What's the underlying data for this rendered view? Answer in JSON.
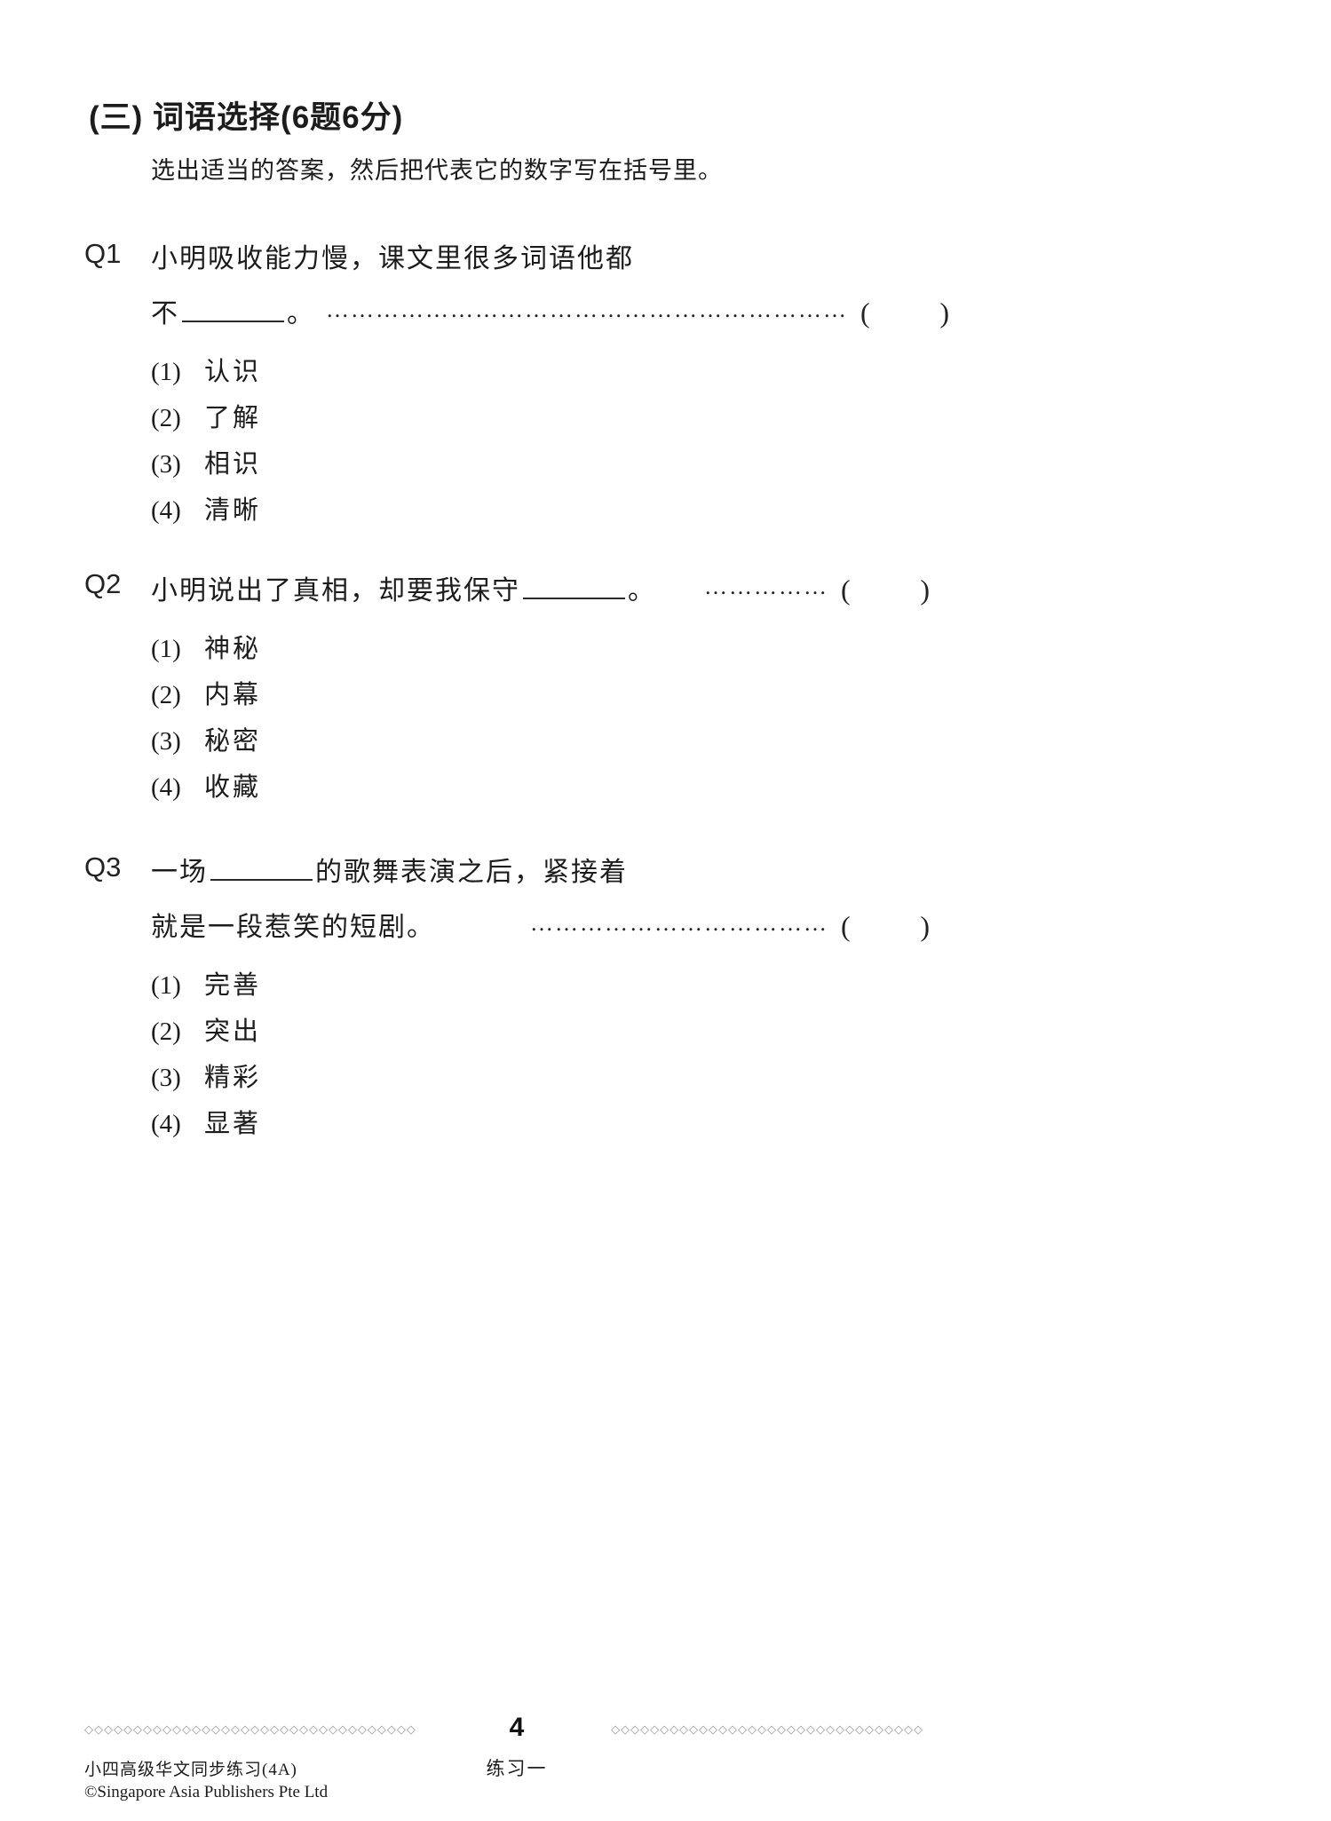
{
  "document": {
    "section_title": "(三) 词语选择(6题6分)",
    "instruction": "选出适当的答案，然后把代表它的数字写在括号里。",
    "bracket_open": "(",
    "bracket_close": ")"
  },
  "questions": [
    {
      "label": "Q1",
      "line1": "小明吸收能力慢，课文里很多词语他都",
      "answer_pre": "不",
      "answer_post": "。",
      "leader_dots": "………………………………………………………",
      "options": [
        {
          "num": "(1)",
          "text": "认识"
        },
        {
          "num": "(2)",
          "text": "了解"
        },
        {
          "num": "(3)",
          "text": "相识"
        },
        {
          "num": "(4)",
          "text": "清晰"
        }
      ]
    },
    {
      "label": "Q2",
      "answer_pre": "小明说出了真相，却要我保守",
      "answer_post": "。",
      "leader_dots": "……………",
      "options": [
        {
          "num": "(1)",
          "text": "神秘"
        },
        {
          "num": "(2)",
          "text": "内幕"
        },
        {
          "num": "(3)",
          "text": "秘密"
        },
        {
          "num": "(4)",
          "text": "收藏"
        }
      ]
    },
    {
      "label": "Q3",
      "line1_pre": "一场",
      "line1_post": "的歌舞表演之后，紧接着",
      "line2": "就是一段惹笑的短剧。",
      "leader_dots": "………………………………",
      "options": [
        {
          "num": "(1)",
          "text": "完善"
        },
        {
          "num": "(2)",
          "text": "突出"
        },
        {
          "num": "(3)",
          "text": "精彩"
        },
        {
          "num": "(4)",
          "text": "显著"
        }
      ]
    }
  ],
  "footer": {
    "ornament_left": "◇◇◇◇◇◇◇◇◇◇◇◇◇◇◇◇◇◇◇◇◇◇◇◇◇◇◇◇◇◇◇◇◇◇",
    "ornament_right": "◇◇◇◇◇◇◇◇◇◇◇◇◇◇◇◇◇◇◇◇◇◇◇◇◇◇◇◇◇◇◇◇",
    "page_number": "4",
    "exercise_name": "练习一",
    "series_title": "小四高级华文同步练习(4A)",
    "copyright": "©Singapore Asia Publishers Pte Ltd"
  }
}
